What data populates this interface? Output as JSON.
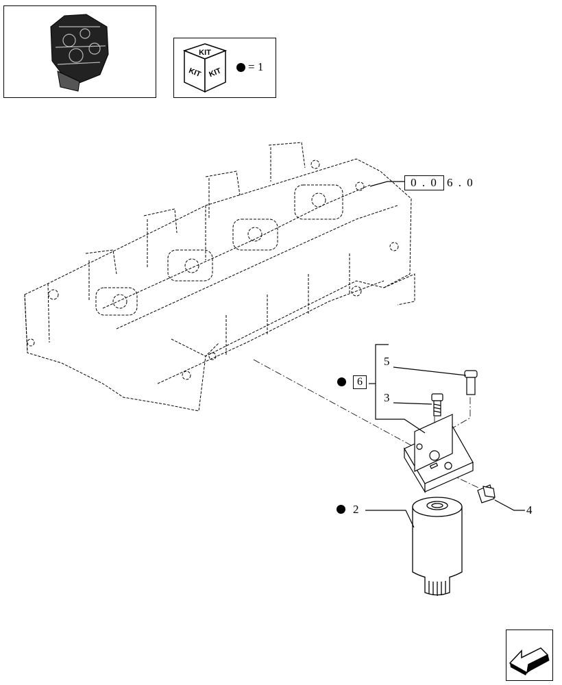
{
  "thumbnail": {
    "icon": "engine-thumbnail-icon"
  },
  "kit_legend": {
    "cube_faces": [
      "KIT",
      "KIT",
      "KIT"
    ],
    "equals_text": "= 1"
  },
  "reference": {
    "boxed_part": "0 . 0",
    "suffix": "6 . 0"
  },
  "parts": [
    {
      "number": "2",
      "in_kit": true
    },
    {
      "number": "3",
      "in_kit": false
    },
    {
      "number": "4",
      "in_kit": false
    },
    {
      "number": "5",
      "in_kit": false
    }
  ],
  "group": {
    "number": "6",
    "in_kit": true
  },
  "nav": {
    "icon": "next-page-arrow-icon"
  }
}
